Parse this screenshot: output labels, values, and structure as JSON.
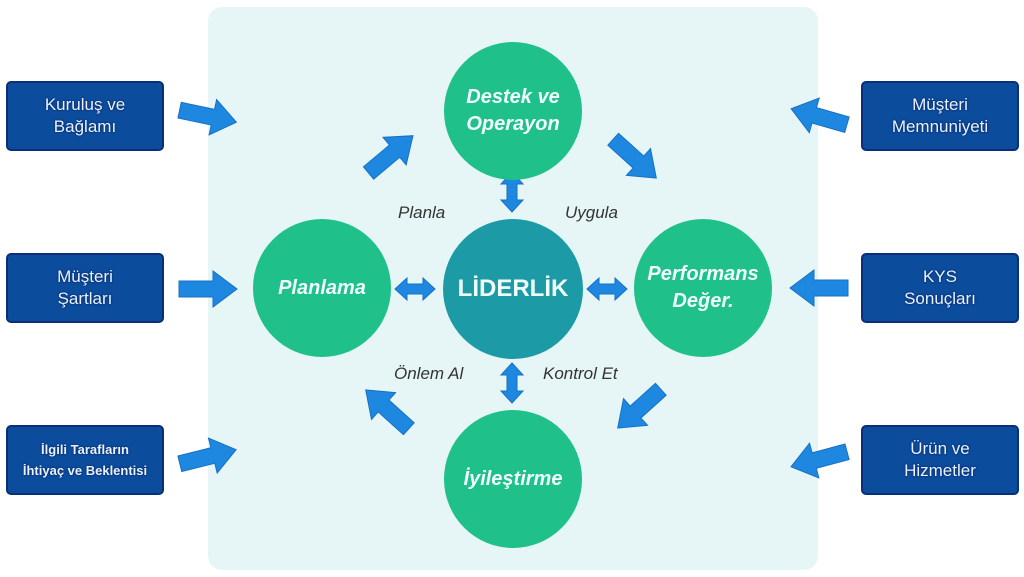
{
  "diagram": {
    "center": {
      "label": "LİDERLİK"
    },
    "nodes": {
      "top": "Destek ve\nOperayon",
      "left": "Planlama",
      "right": "Performans\nDeğer.",
      "bottom": "İyileştirme"
    },
    "cycle_labels": {
      "top_left": "Planla",
      "top_right": "Uygula",
      "bottom_left": "Önlem Al",
      "bottom_right": "Kontrol Et"
    },
    "inputs_left": [
      "Kuruluş ve\nBağlamı",
      "Müşteri\nŞartları",
      "İlgili Tarafların\nİhtiyaç ve Beklentisi"
    ],
    "inputs_right": [
      "Müşteri\nMemnuniyeti",
      "KYS\nSonuçları",
      "Ürün ve\nHizmetler"
    ],
    "colors": {
      "panel": "#e6f6f7",
      "green_node": "#1fc08a",
      "center_node": "#1c9aa6",
      "side_box": "#0c4c9c",
      "arrow": "#1e88e0"
    }
  }
}
